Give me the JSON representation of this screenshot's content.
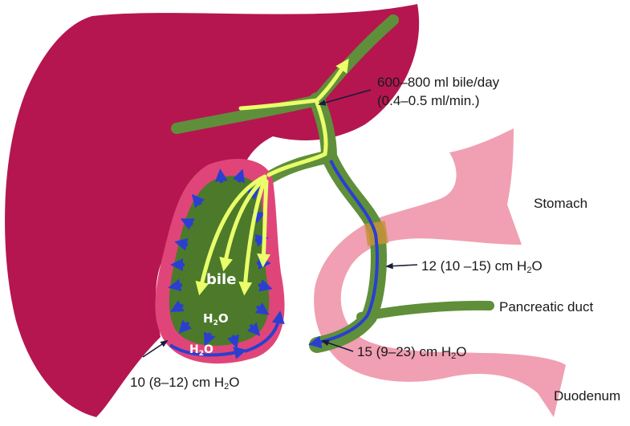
{
  "labels": {
    "bile_flow_line1": "600–800 ml bile/day",
    "bile_flow_line2": "(0.4–0.5 ml/min.)",
    "stomach": "Stomach",
    "duct_pressure_pre": "12 (10 –15) cm H",
    "duct_pressure_sub": "2",
    "duct_pressure_post": "O",
    "pancreatic_duct": "Pancreatic duct",
    "sphincter_pressure_pre": "15 (9–23) cm H",
    "sphincter_pressure_sub": "2",
    "sphincter_pressure_post": "O",
    "gallbladder_pressure_pre": "10 (8–12) cm H",
    "gallbladder_pressure_sub": "2",
    "gallbladder_pressure_post": "O",
    "duodenum": "Duodenum",
    "bile_inner": "bile",
    "water_inner_pre": "H",
    "water_inner_sub": "2",
    "water_inner_post": "O",
    "water_wall_pre": "H",
    "water_wall_sub": "2",
    "water_wall_post": "O"
  },
  "colors": {
    "liver": "#b5164f",
    "gallbladder_wall": "#e0457a",
    "gallbladder_lumen": "#4c7a2a",
    "duct": "#5f8f3a",
    "bile_arrow": "#eaff6a",
    "water_arrow": "#2a3fd0",
    "intestine": "#f0a0b2",
    "pointer": "#1a1a3a"
  }
}
